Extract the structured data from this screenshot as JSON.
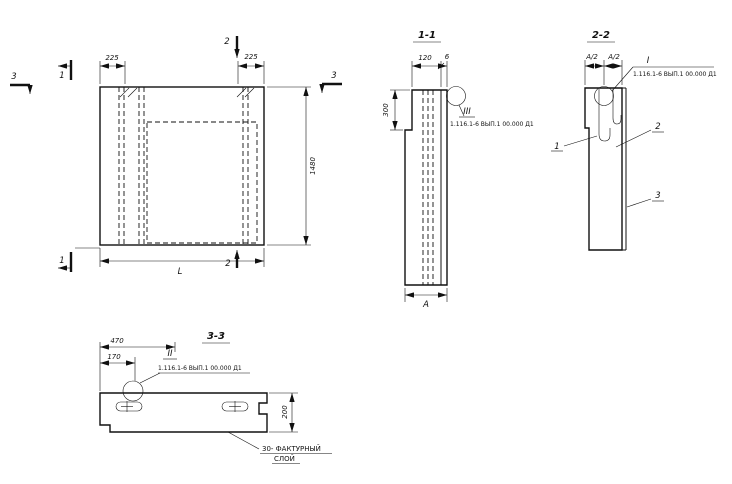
{
  "meta": {
    "ink": "#111111",
    "paper": "#ffffff"
  },
  "front": {
    "dim_top_left": "225",
    "dim_top_right": "225",
    "dim_height": "1480",
    "dim_length": "L",
    "cut_1": "1",
    "cut_2": "2",
    "cut_3": "3"
  },
  "sec11": {
    "title": "1-1",
    "dim_core": "120",
    "dim_facing": "6",
    "dim_top": "300",
    "dim_width": "A",
    "callout": "III",
    "ref": "1.116.1-6 ВЫП.1 00.000 Д1"
  },
  "sec22": {
    "title": "2-2",
    "dim_half_left": "A/2",
    "dim_half_right": "A/2",
    "callout": "I",
    "ref": "1.116.1-6 ВЫП.1 00.000 Д1",
    "pos_1": "1",
    "pos_2": "2",
    "pos_3": "3"
  },
  "sec33": {
    "title": "3-3",
    "dim_470": "470",
    "dim_170": "170",
    "dim_200": "200",
    "callout": "II",
    "ref": "1.116.1-6 ВЫП.1 00.000 Д1",
    "note_line1": "30- ФАКТУРНЫЙ",
    "note_line2": "СЛОЙ"
  }
}
